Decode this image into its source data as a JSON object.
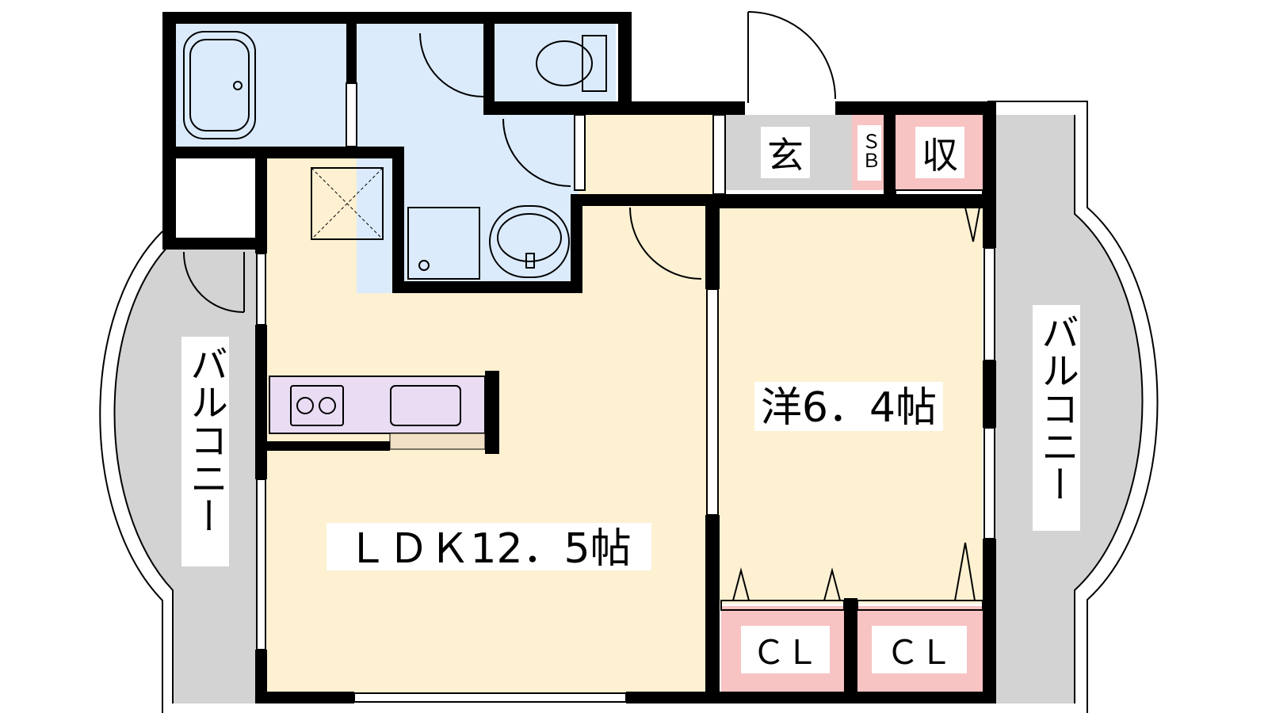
{
  "labels": {
    "ldk": "ＬＤＫ12．5帖",
    "western": "洋6．4帖",
    "entrance": "玄",
    "shoe_box": "ＳＢ",
    "storage": "収",
    "closet_1": "ＣＬ",
    "closet_2": "ＣＬ",
    "balcony_left": "バルコニー",
    "balcony_right": "バルコニー"
  },
  "colors": {
    "wall": "#000000",
    "floor": "#fdf1d2",
    "wet_area": "#dcebfb",
    "kitchen": "#eadcf3",
    "balcony": "#d3d3d3",
    "entrance": "#d3d3d3",
    "storage": "#f8c3c3"
  }
}
